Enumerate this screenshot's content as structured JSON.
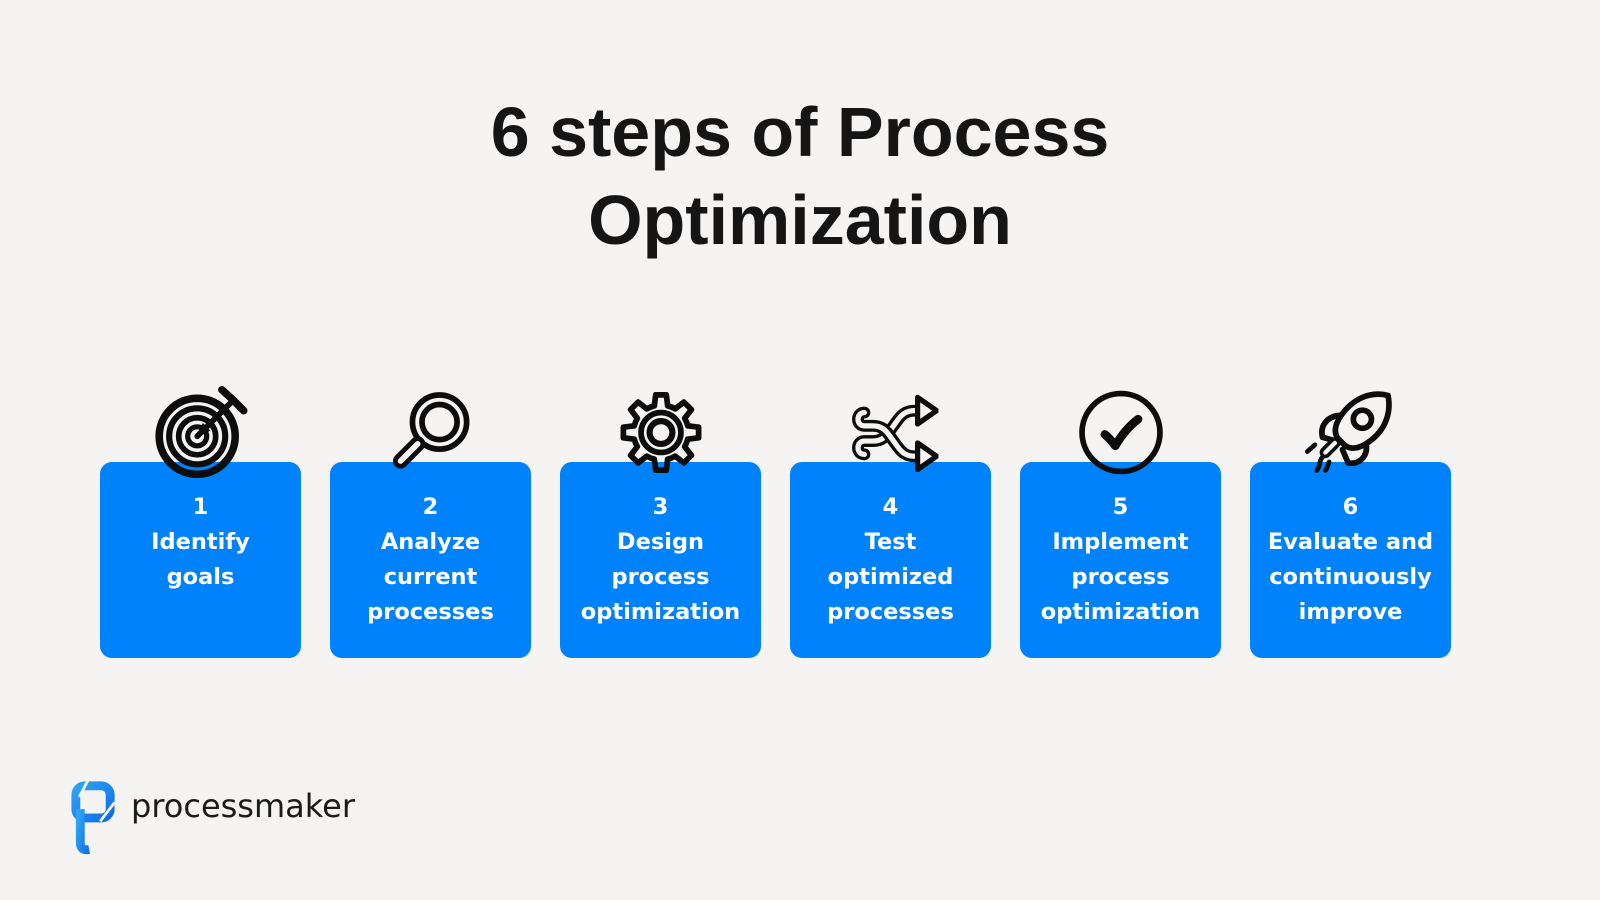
{
  "title": {
    "line1": "6 steps of Process",
    "line2": "Optimization"
  },
  "steps": [
    {
      "number": "1",
      "label": "Identify\ngoals",
      "icon": "target"
    },
    {
      "number": "2",
      "label": "Analyze\ncurrent\nprocesses",
      "icon": "magnifying-glass"
    },
    {
      "number": "3",
      "label": "Design\nprocess\noptimization",
      "icon": "gear"
    },
    {
      "number": "4",
      "label": "Test\noptimized\nprocesses",
      "icon": "shuffle-arrows"
    },
    {
      "number": "5",
      "label": "Implement\nprocess\noptimization",
      "icon": "check-circle"
    },
    {
      "number": "6",
      "label": "Evaluate and\ncontinuously\nimprove",
      "icon": "rocket"
    }
  ],
  "brand": {
    "name": "processmaker"
  },
  "colors": {
    "background": "#f5f4f2",
    "card_blue": "#0082fc",
    "card_text": "#ffffff",
    "icon_black": "#0d0d0d",
    "title_black": "#151515",
    "logo_blue_light": "#2fa3f2",
    "logo_blue_dark": "#0d6ee9"
  }
}
